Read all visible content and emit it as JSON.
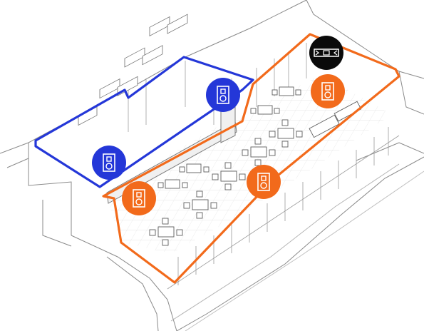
{
  "diagram": {
    "zones": [
      {
        "name": "zone-blue",
        "color": "#2437d8"
      },
      {
        "name": "zone-orange",
        "color": "#f26a1b"
      }
    ],
    "devices": [
      {
        "id": "speaker-blue-1",
        "kind": "speaker",
        "zone": "blue",
        "color": "#2437d8"
      },
      {
        "id": "speaker-blue-2",
        "kind": "speaker",
        "zone": "blue",
        "color": "#2437d8"
      },
      {
        "id": "speaker-orange-1",
        "kind": "speaker",
        "zone": "orange",
        "color": "#f26a1b"
      },
      {
        "id": "speaker-orange-2",
        "kind": "speaker",
        "zone": "orange",
        "color": "#f26a1b"
      },
      {
        "id": "speaker-orange-3",
        "kind": "speaker",
        "zone": "orange",
        "color": "#f26a1b"
      },
      {
        "id": "soundbar-1",
        "kind": "soundbar",
        "zone": "none",
        "color": "#0a0a0a"
      }
    ],
    "line_color": "#6d6d6d",
    "floor_color": "#fbfbfb"
  }
}
